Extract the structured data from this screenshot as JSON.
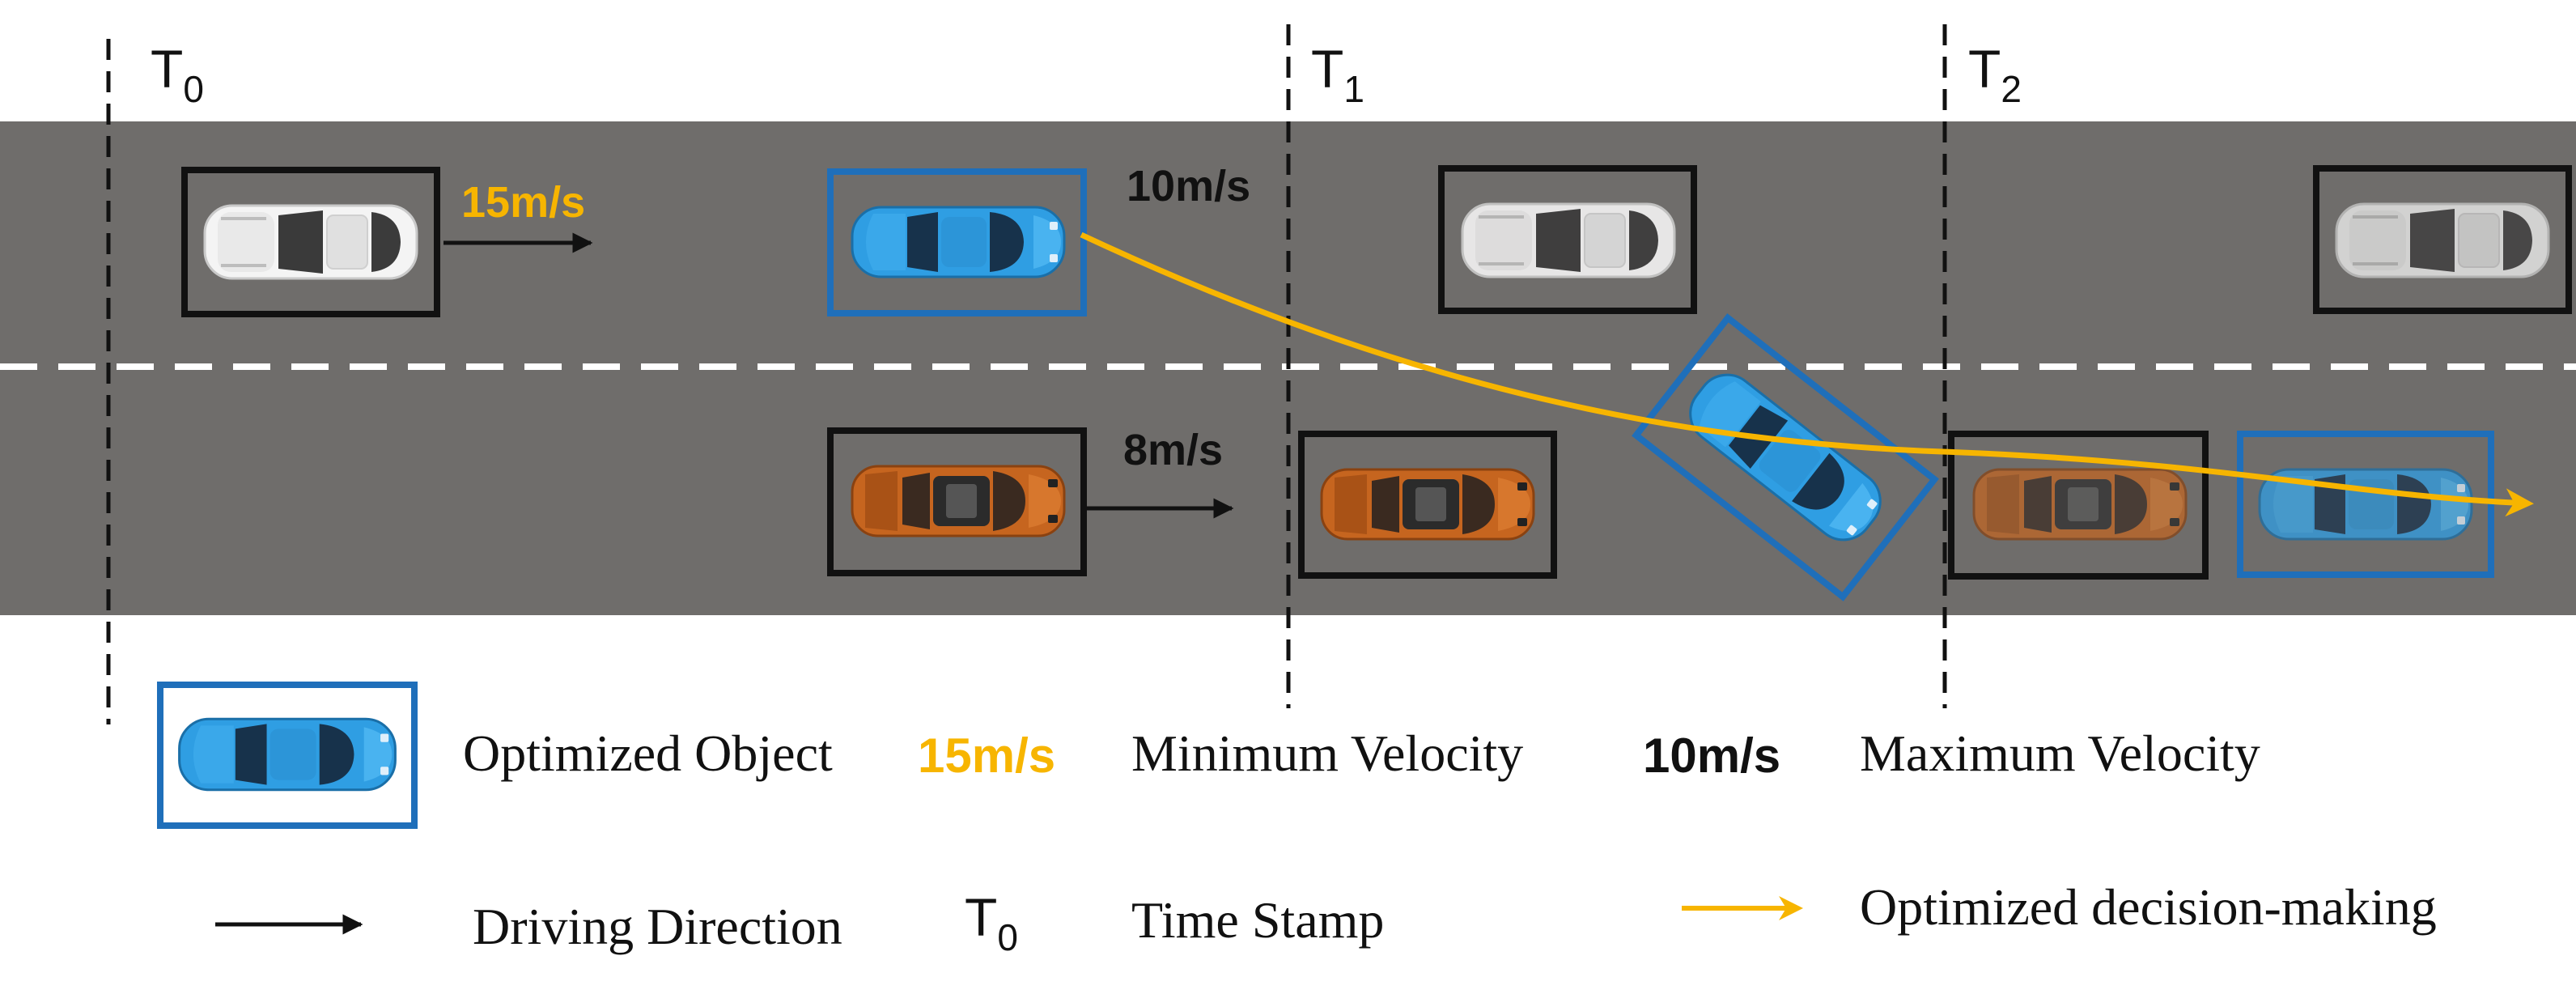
{
  "timestamps": [
    {
      "label": "T",
      "sub": "0"
    },
    {
      "label": "T",
      "sub": "1"
    },
    {
      "label": "T",
      "sub": "2"
    }
  ],
  "speeds": {
    "white_car": "15m/s",
    "blue_car": "10m/s",
    "orange_car": "8m/s"
  },
  "legend": {
    "optimized_object": "Optimized Object",
    "min_velocity_value": "15m/s",
    "min_velocity_label": "Minimum Velocity",
    "max_velocity_value": "10m/s",
    "max_velocity_label": "Maximum Velocity",
    "driving_direction": "Driving Direction",
    "time_stamp_symbol": "T",
    "time_stamp_sub": "0",
    "time_stamp_label": "Time Stamp",
    "decision_label": "Optimized decision-making"
  },
  "colors": {
    "road": "#6f6d6b",
    "lane_marking": "#ffffff",
    "optimized_box": "#1f6fba",
    "obstacle_box": "#111111",
    "car_blue": "#2f9ee3",
    "car_orange": "#c6651f",
    "car_white": "#f2f2f2",
    "trajectory": "#f7b500",
    "min_velocity_text": "#f7b500",
    "max_velocity_text": "#111111"
  },
  "icons": [
    "white-car-icon",
    "blue-car-icon",
    "orange-car-icon",
    "arrow-icon",
    "trajectory-arrow-icon"
  ]
}
